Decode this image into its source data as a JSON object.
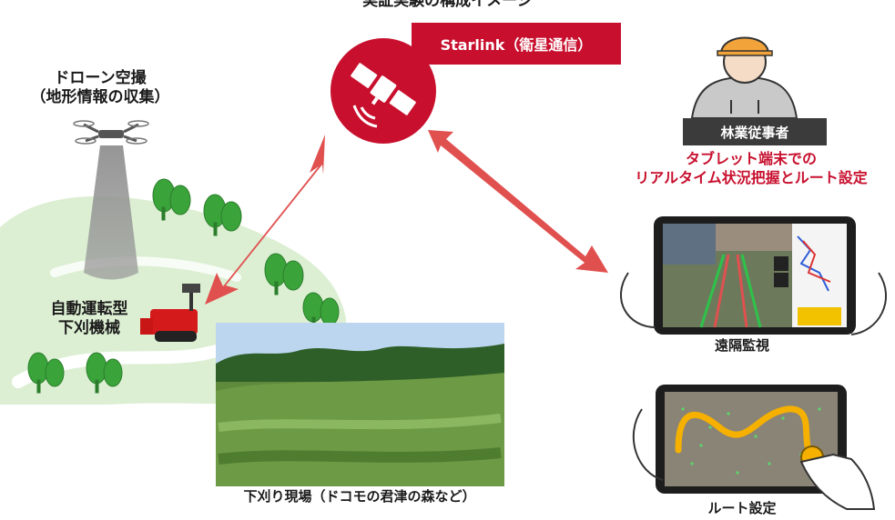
{
  "title": "実証実験の構成イメージ",
  "drone": {
    "label_line1": "ドローン空撮",
    "label_line2": "（地形情報の収集）"
  },
  "satellite": {
    "label": "Starlink（衛星通信）"
  },
  "mower": {
    "label_line1": "自動運転型",
    "label_line2": "下刈機械"
  },
  "worker": {
    "tag": "林業従事者"
  },
  "tablet": {
    "caption_line1": "タブレット端末での",
    "caption_line2": "リアルタイム状況把握とルート設定"
  },
  "captions": {
    "monitor": "遠隔監視",
    "route": "ルート設定",
    "field": "下刈り現場（ドコモの君津の森など）"
  },
  "colors": {
    "accent_red": "#c8102e",
    "arrow_red": "#e0504f",
    "hill_green": "#dcefd3",
    "tree_green": "#3aa43a",
    "tag_dark": "#3b3b3b"
  }
}
